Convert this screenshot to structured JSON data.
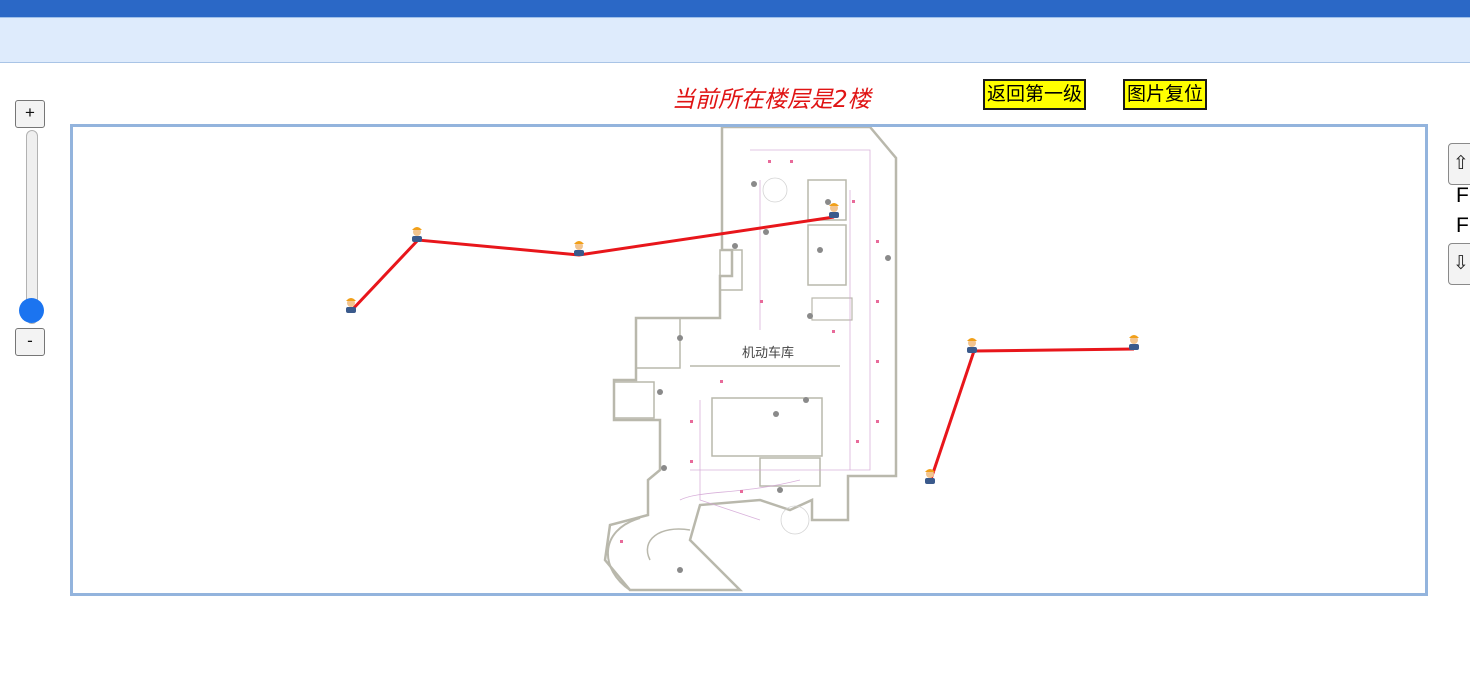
{
  "header": {
    "title": "当前所在楼层是2楼"
  },
  "buttons": {
    "back_label": "返回第一级",
    "reset_label": "图片复位"
  },
  "zoom": {
    "in_label": "+",
    "out_label": "-",
    "level": 0.08
  },
  "side": {
    "up_icon": "⇧",
    "down_icon": "⇩",
    "floors": [
      "F",
      "F"
    ]
  },
  "map": {
    "garage_label": "机动车库",
    "route_color": "#e8161b",
    "icon": "worker-icon"
  }
}
